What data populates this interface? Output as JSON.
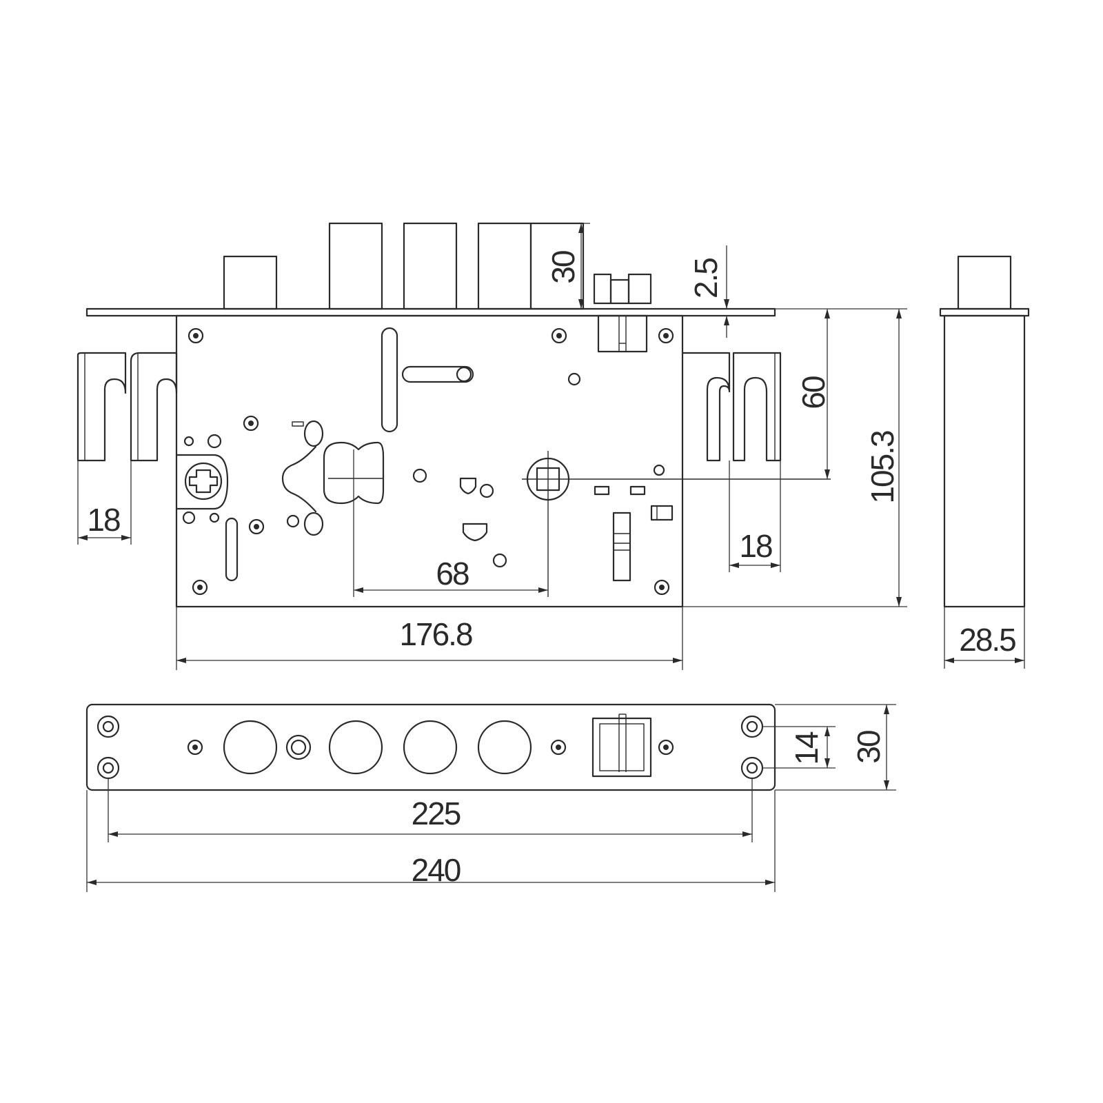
{
  "dimensions": {
    "bolt_throw": "30",
    "deadbolt_gap": "2.5",
    "backset_to_spindle": "60",
    "case_height": "105.3",
    "hook_width_left": "18",
    "hook_width_right": "18",
    "cylinder_to_spindle": "68",
    "case_length": "176.8",
    "case_depth": "28.5",
    "faceplate_height": "30",
    "screw_spacing_vertical": "14",
    "screw_spacing_horizontal": "225",
    "faceplate_length": "240"
  }
}
